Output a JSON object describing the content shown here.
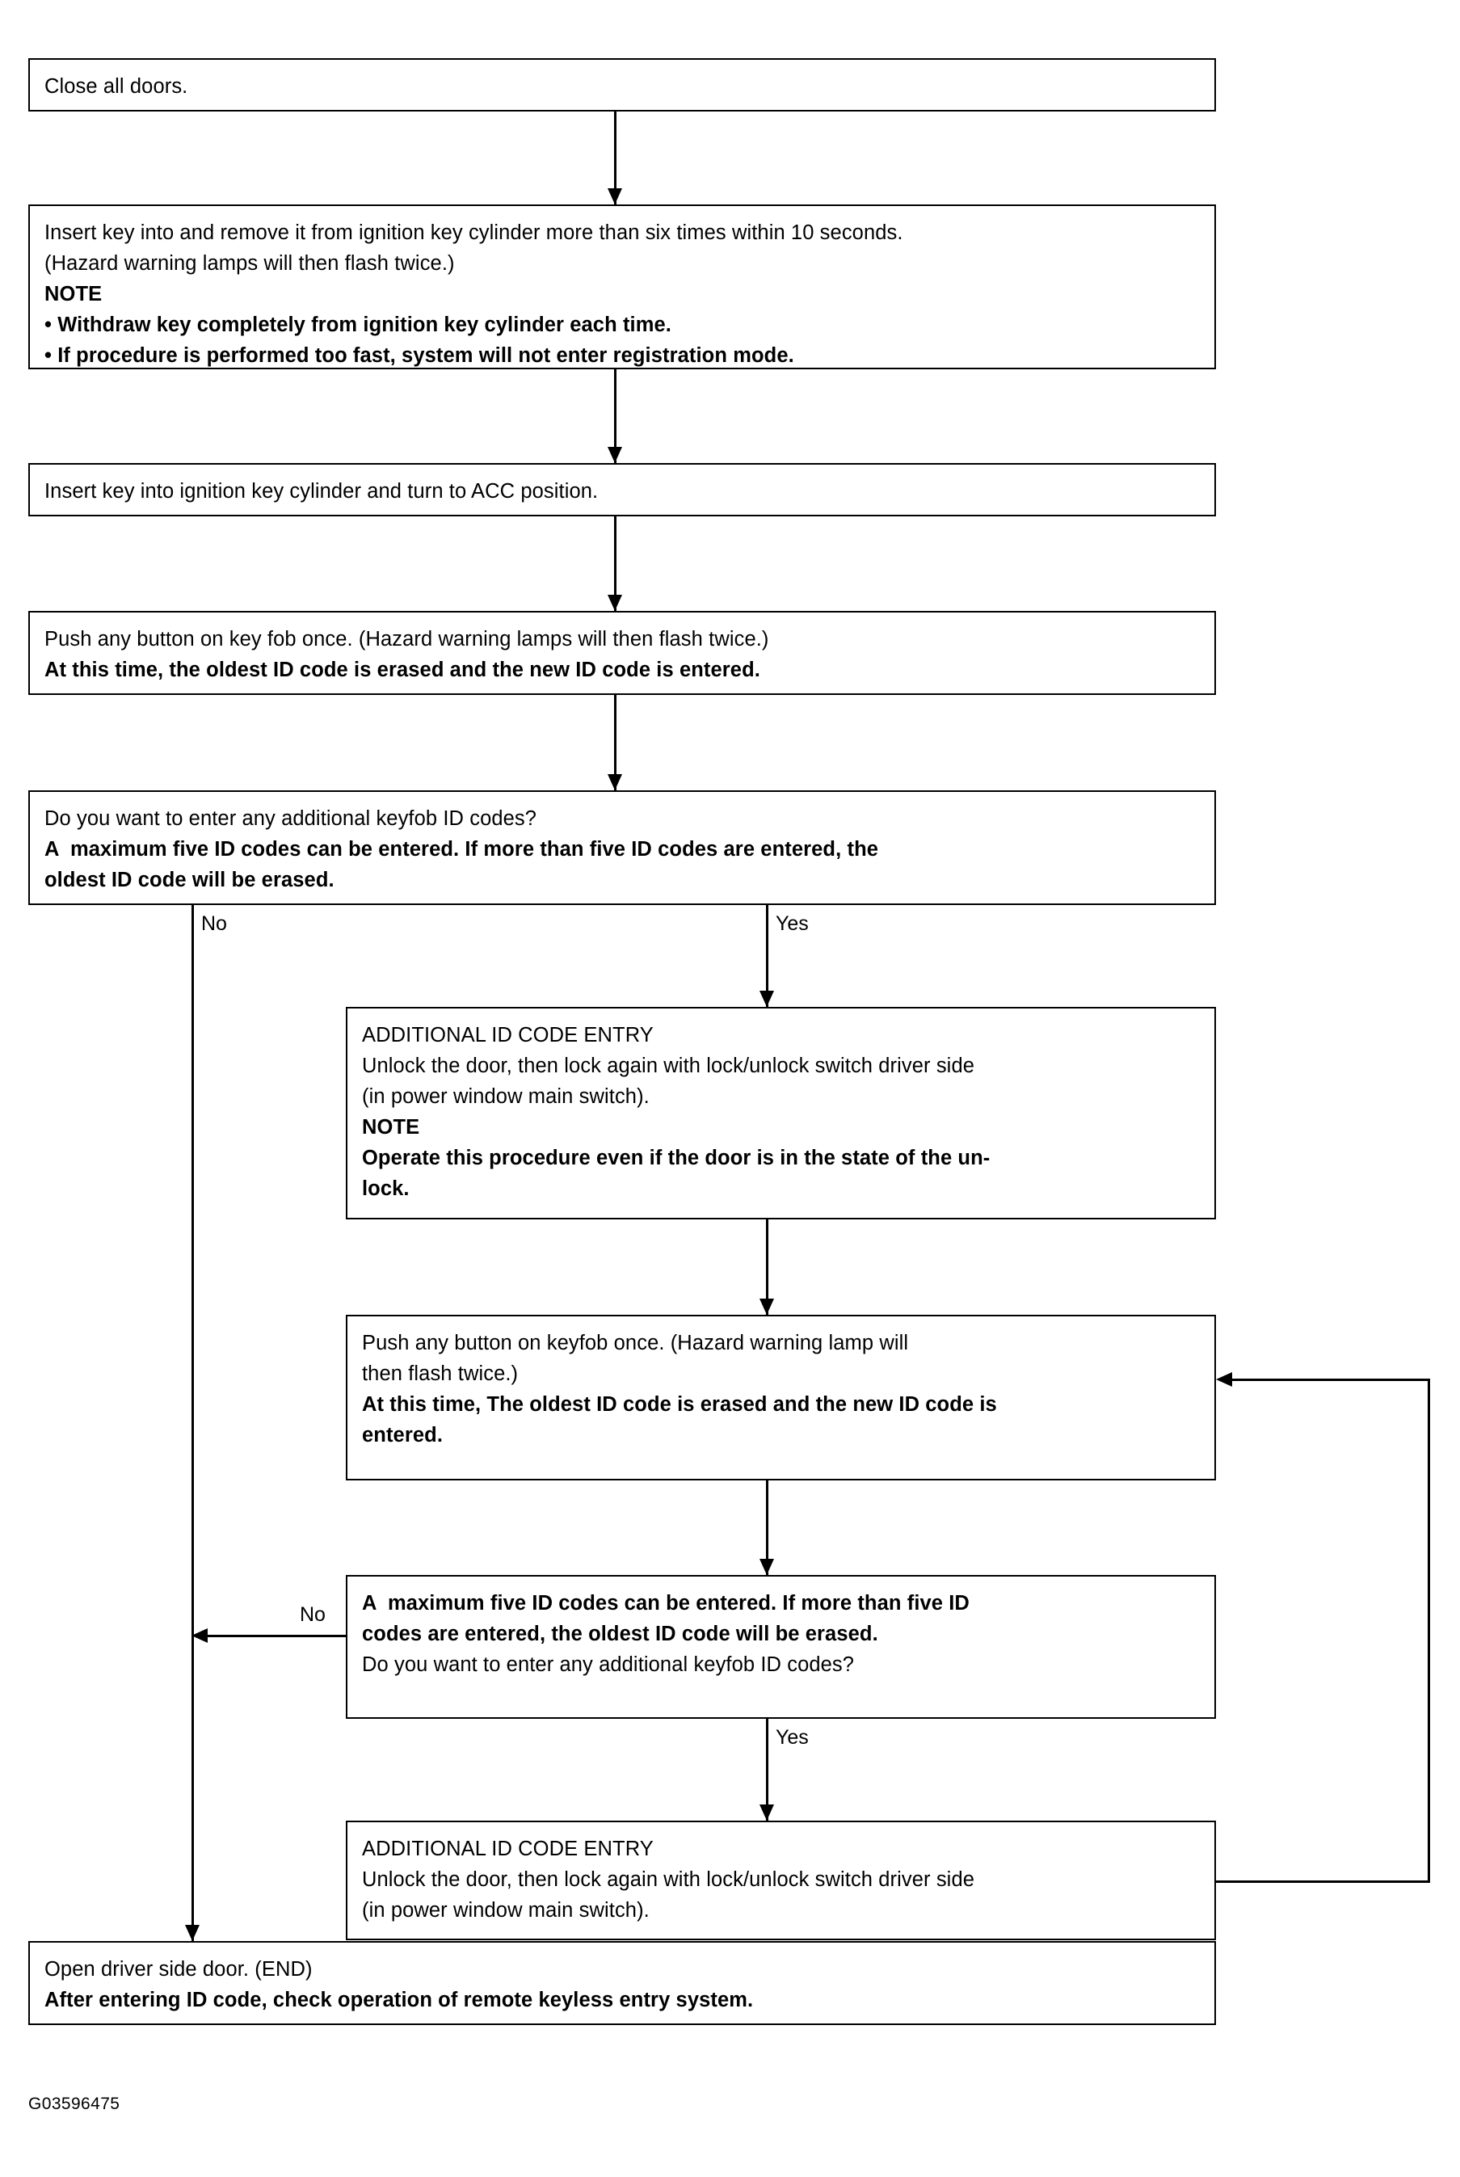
{
  "diagram": {
    "figure_id": "G03596475",
    "branch_labels": {
      "no_1": "No",
      "yes_1": "Yes",
      "no_2": "No",
      "yes_2": "Yes"
    },
    "boxes": [
      {
        "id": "close-all-doors",
        "lines": [
          {
            "text": "Close all doors.",
            "bold": false
          }
        ]
      },
      {
        "id": "insert-remove-key",
        "lines": [
          {
            "text": "Insert key into and remove it from ignition key cylinder more than six times within 10 seconds.",
            "bold": false
          },
          {
            "text": "(Hazard warning lamps will then flash twice.)",
            "bold": false
          },
          {
            "text": "NOTE",
            "bold": true
          },
          {
            "text": "• Withdraw key completely from ignition key cylinder each time.",
            "bold": true
          },
          {
            "text": "• If procedure is performed too fast, system will not enter registration mode.",
            "bold": true
          }
        ]
      },
      {
        "id": "turn-to-acc",
        "lines": [
          {
            "text": "Insert key into ignition key cylinder and turn to ACC position.",
            "bold": false
          }
        ]
      },
      {
        "id": "push-key-fob-once",
        "lines": [
          {
            "text": "Push any button on key fob once. (Hazard warning lamps will then flash twice.)",
            "bold": false
          },
          {
            "text": "At this time, the oldest ID code is erased and the new ID code is entered.",
            "bold": true
          }
        ]
      },
      {
        "id": "decision-additional-codes-1",
        "lines": [
          {
            "text": "Do you want to enter any additional keyfob ID codes?",
            "bold": false
          },
          {
            "text": "A  maximum five ID codes can be entered. If more than five ID codes are entered, the",
            "bold": true
          },
          {
            "text": "oldest ID code will be erased.",
            "bold": true
          }
        ]
      },
      {
        "id": "additional-id-code-entry-1",
        "lines": [
          {
            "text": "ADDITIONAL ID CODE ENTRY",
            "bold": false
          },
          {
            "text": "Unlock the door, then lock again with lock/unlock switch driver side",
            "bold": false
          },
          {
            "text": "(in power window main switch).",
            "bold": false
          },
          {
            "text": "NOTE",
            "bold": true
          },
          {
            "text": "Operate this procedure even if the door is in the state of the un-",
            "bold": true
          },
          {
            "text": "lock.",
            "bold": true
          }
        ]
      },
      {
        "id": "push-keyfob-once-2",
        "lines": [
          {
            "text": "Push any button on keyfob once. (Hazard warning lamp will",
            "bold": false
          },
          {
            "text": "then flash twice.)",
            "bold": false
          },
          {
            "text": "At this time, The oldest ID code is erased and the new ID code is",
            "bold": true
          },
          {
            "text": "entered.",
            "bold": true
          }
        ]
      },
      {
        "id": "decision-additional-codes-2",
        "lines": [
          {
            "text": "A  maximum five ID codes can be entered. If more than five ID",
            "bold": true
          },
          {
            "text": "codes are entered, the oldest ID code will be erased.",
            "bold": true
          },
          {
            "text": "",
            "bold": false
          },
          {
            "text": "Do you want to enter any additional keyfob ID codes?",
            "bold": false
          }
        ]
      },
      {
        "id": "additional-id-code-entry-2",
        "lines": [
          {
            "text": "ADDITIONAL ID CODE ENTRY",
            "bold": false
          },
          {
            "text": "Unlock the door, then lock again with lock/unlock switch driver side",
            "bold": false
          },
          {
            "text": "(in power window main switch).",
            "bold": false
          }
        ]
      },
      {
        "id": "open-driver-side-door-end",
        "lines": [
          {
            "text": "Open driver side door. (END)",
            "bold": false
          },
          {
            "text": "After entering ID code, check operation of remote keyless entry system.",
            "bold": true
          }
        ]
      }
    ]
  }
}
